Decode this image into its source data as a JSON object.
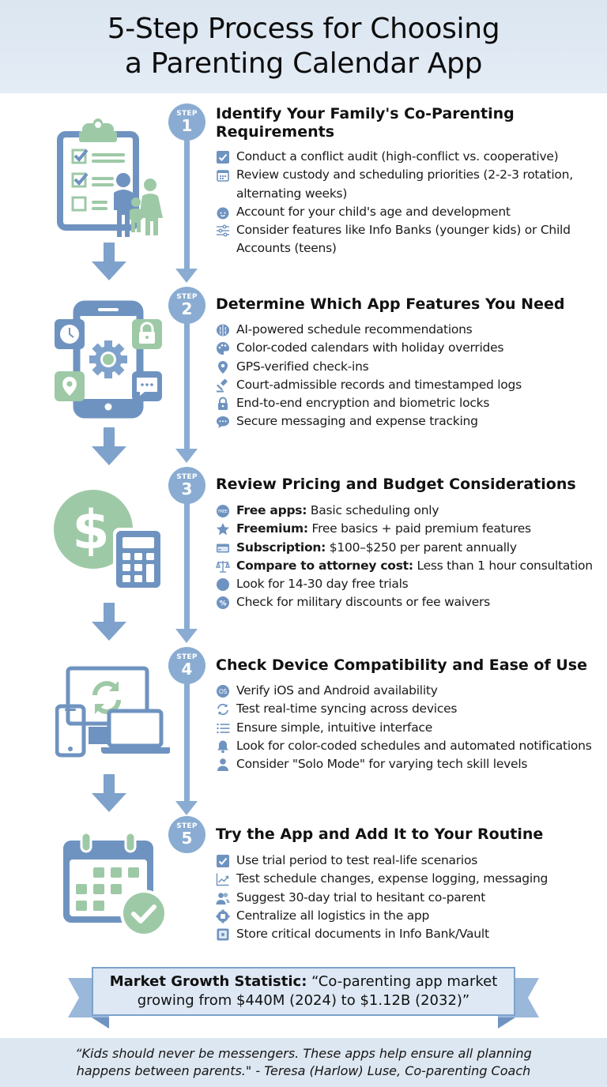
{
  "header": {
    "title_line1": "5-Step Process for Choosing",
    "title_line2": "a Parenting Calendar App"
  },
  "colors": {
    "accent_blue": "#6f93c0",
    "timeline_blue": "#8aacd2",
    "accent_green": "#9ec9a6",
    "header_bg": "#dbe6f1"
  },
  "steps": [
    {
      "word": "STEP",
      "number": "1",
      "title_line1": "Identify Your Family's Co-Parenting",
      "title_line2": "Requirements",
      "illustration": "clipboard-family-icon",
      "bullets": [
        {
          "icon": "checkbox-icon",
          "text": "Conduct a conflict audit (high-conflict vs. cooperative)"
        },
        {
          "icon": "calendar-icon",
          "text": "Review custody and scheduling priorities (2-2-3 rotation, alternating weeks)"
        },
        {
          "icon": "baby-face-icon",
          "text": "Account for your child's age and development"
        },
        {
          "icon": "sliders-icon",
          "text": "Consider features like Info Banks (younger kids) or Child Accounts (teens)"
        }
      ]
    },
    {
      "word": "STEP",
      "number": "2",
      "title_line1": "Determine Which App Features You Need",
      "illustration": "smartphone-features-icon",
      "bullets": [
        {
          "icon": "brain-icon",
          "text": "AI-powered schedule recommendations"
        },
        {
          "icon": "palette-icon",
          "text": "Color-coded calendars with holiday overrides"
        },
        {
          "icon": "location-pin-icon",
          "text": "GPS-verified check-ins"
        },
        {
          "icon": "gavel-icon",
          "text": "Court-admissible records and timestamped logs"
        },
        {
          "icon": "lock-icon",
          "text": "End-to-end encryption and biometric locks"
        },
        {
          "icon": "chat-bubble-icon",
          "text": "Secure messaging and expense tracking"
        }
      ]
    },
    {
      "word": "STEP",
      "number": "3",
      "title_line1": "Review Pricing and Budget Considerations",
      "illustration": "dollar-calculator-icon",
      "bullets": [
        {
          "icon": "free-badge-icon",
          "label": "Free apps:",
          "text": " Basic scheduling only"
        },
        {
          "icon": "star-icon",
          "label": "Freemium:",
          "text": " Free basics + paid premium features"
        },
        {
          "icon": "credit-card-icon",
          "label": "Subscription:",
          "text": " $100–$250 per parent annually"
        },
        {
          "icon": "scales-icon",
          "label": "Compare to attorney cost:",
          "text": " Less than 1 hour consultation"
        },
        {
          "icon": "badge-icon",
          "label": "",
          "text": "Look for 14-30 day free trials"
        },
        {
          "icon": "percent-badge-icon",
          "label": "",
          "text": "Check for military discounts or fee waivers"
        }
      ]
    },
    {
      "word": "STEP",
      "number": "4",
      "title_line1": "Check Device Compatibility and Ease of Use",
      "illustration": "devices-sync-icon",
      "bullets": [
        {
          "icon": "os-icon",
          "text": "Verify iOS and Android availability"
        },
        {
          "icon": "sync-icon",
          "text": "Test real-time syncing across devices"
        },
        {
          "icon": "list-icon",
          "text": "Ensure simple, intuitive interface"
        },
        {
          "icon": "bell-icon",
          "text": "Look for color-coded schedules and automated notifications"
        },
        {
          "icon": "user-icon",
          "text": "Consider \"Solo Mode\" for varying tech skill levels"
        }
      ]
    },
    {
      "word": "STEP",
      "number": "5",
      "title_line1": "Try the App and Add It to Your Routine",
      "illustration": "calendar-check-icon",
      "bullets": [
        {
          "icon": "checkbox-icon",
          "text": "Use trial period to test real-life scenarios"
        },
        {
          "icon": "chart-line-icon",
          "text": "Test schedule changes, expense logging, messaging"
        },
        {
          "icon": "users-icon",
          "text": "Suggest 30-day trial to hesitant co-parent"
        },
        {
          "icon": "hub-icon",
          "text": "Centralize all logistics in the app"
        },
        {
          "icon": "vault-icon",
          "text": "Store critical documents in Info Bank/Vault"
        }
      ]
    }
  ],
  "banner": {
    "label": "Market Growth Statistic:",
    "text_line1": " “Co-parenting app market",
    "text_line2": "growing from $440M (2024) to $1.12B (2032)”"
  },
  "footer": {
    "quote_line1": "“Kids should never be messengers. These apps help ensure all planning",
    "quote_line2": "happens between parents.\" - Teresa (Harlow) Luse, Co-parenting Coach"
  }
}
